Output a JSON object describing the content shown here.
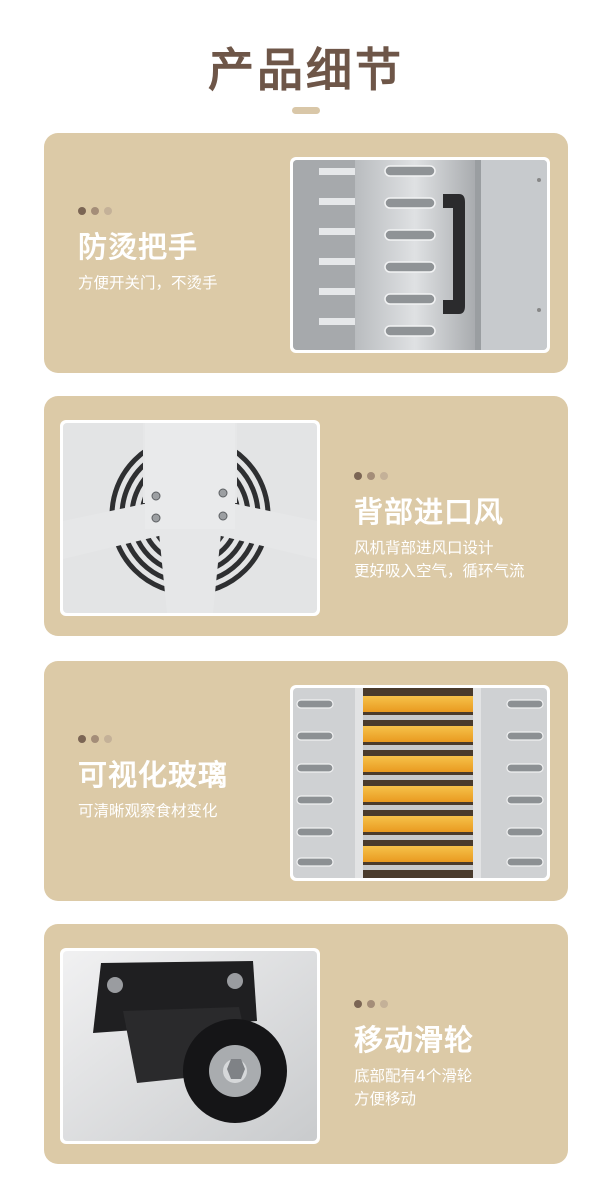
{
  "header": {
    "title": "产品细节"
  },
  "features": [
    {
      "title": "防烫把手",
      "desc_lines": [
        "方便开关门，不烫手"
      ],
      "image_icon": "handle-photo-icon"
    },
    {
      "title": "背部进口风",
      "desc_lines": [
        "风机背部进风口设计",
        "更好吸入空气，循环气流"
      ],
      "image_icon": "fan-vent-photo-icon"
    },
    {
      "title": "可视化玻璃",
      "desc_lines": [
        "可清晰观察食材变化"
      ],
      "image_icon": "glass-window-photo-icon"
    },
    {
      "title": "移动滑轮",
      "desc_lines": [
        "底部配有4个滑轮",
        "方便移动"
      ],
      "image_icon": "caster-wheel-photo-icon"
    }
  ],
  "colors": {
    "card_background": "#dccaa7",
    "title_color": "#6e5648",
    "text_color": "#ffffff"
  }
}
